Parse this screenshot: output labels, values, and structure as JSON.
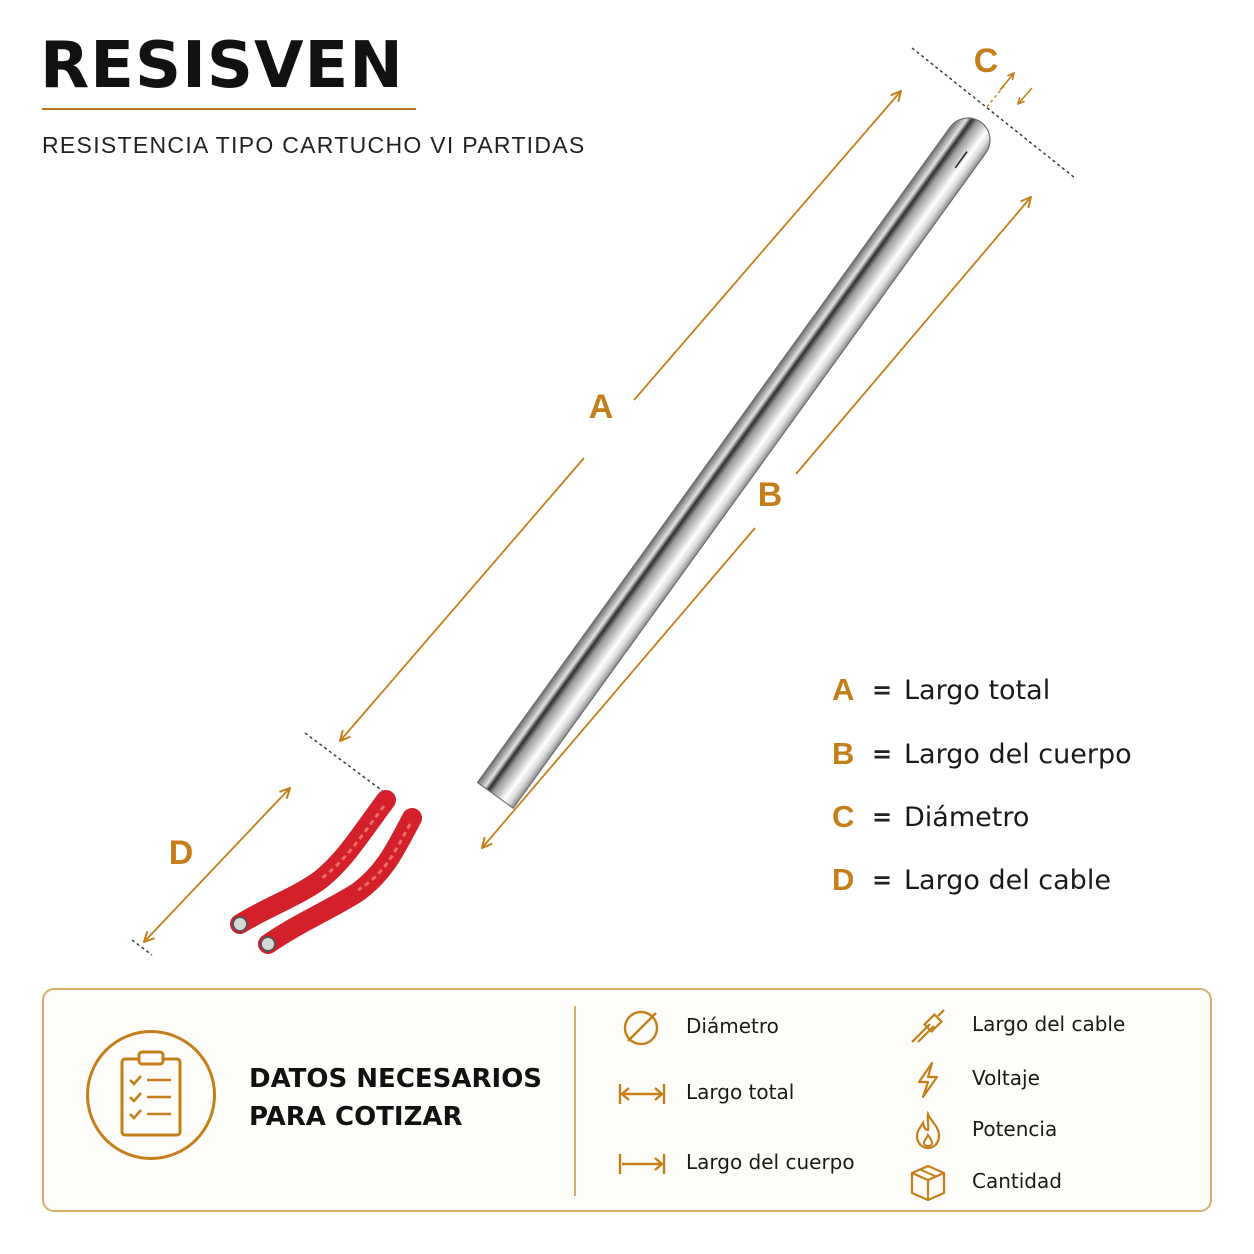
{
  "brand": {
    "name": "RESISVEN",
    "subtitle": "RESISTENCIA TIPO CARTUCHO VI PARTIDAS"
  },
  "colors": {
    "accent": "#c47f1a",
    "border": "#d9ad6a",
    "cable": "#d4202a",
    "text": "#1a1a1a"
  },
  "dimension_letters": {
    "a": "A",
    "b": "B",
    "c": "C",
    "d": "D"
  },
  "legend": [
    {
      "key": "A",
      "eq": "=",
      "label": "Largo total"
    },
    {
      "key": "B",
      "eq": "=",
      "label": "Largo del cuerpo"
    },
    {
      "key": "C",
      "eq": "=",
      "label": "Diámetro"
    },
    {
      "key": "D",
      "eq": "=",
      "label": "Largo del cable"
    }
  ],
  "quote_panel": {
    "icon": "clipboard-checklist-icon",
    "heading_line1": "DATOS NECESARIOS",
    "heading_line2": "PARA COTIZAR",
    "items": [
      {
        "icon": "diameter-icon",
        "label": "Diámetro"
      },
      {
        "icon": "total-length-icon",
        "label": "Largo total"
      },
      {
        "icon": "body-length-icon",
        "label": "Largo del cuerpo"
      },
      {
        "icon": "cable-icon",
        "label": "Largo del cable"
      },
      {
        "icon": "lightning-icon",
        "label": "Voltaje"
      },
      {
        "icon": "flame-icon",
        "label": "Potencia"
      },
      {
        "icon": "box-icon",
        "label": "Cantidad"
      }
    ]
  }
}
